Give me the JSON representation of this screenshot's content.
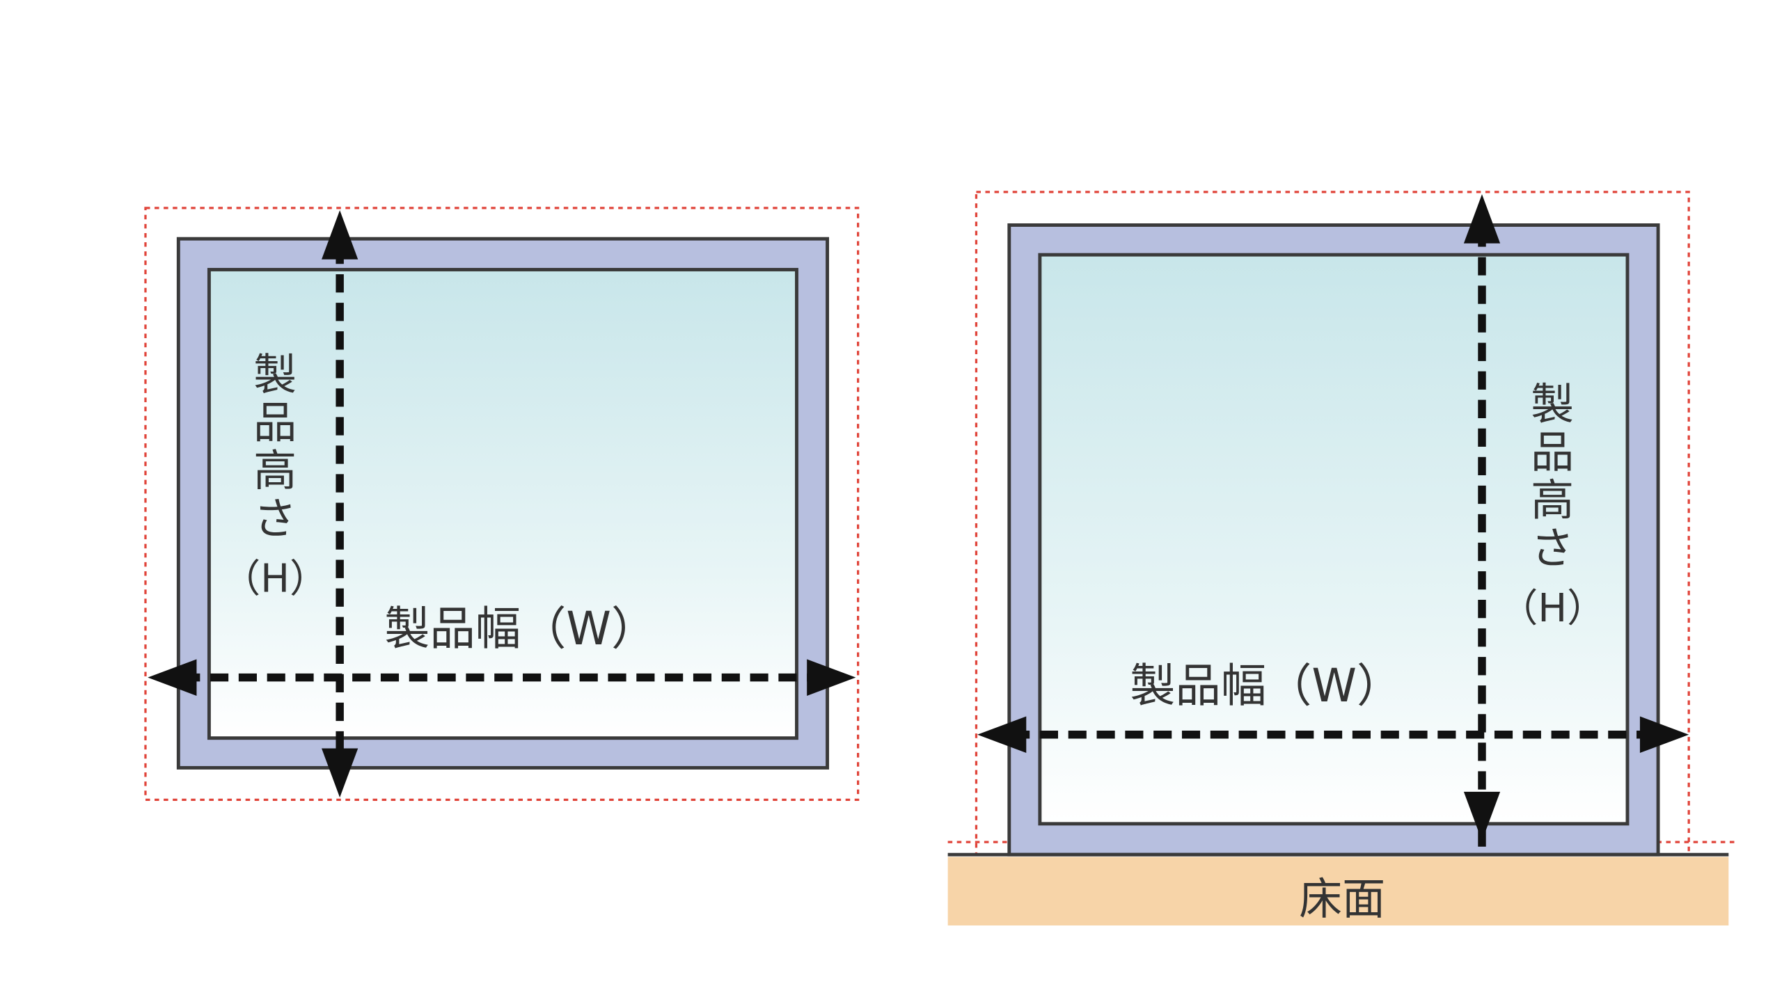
{
  "colors": {
    "background": "#ffffff",
    "frame_fill": "#b7bfdf",
    "frame_stroke": "#3a3a3a",
    "glass_top": "#c8e6ea",
    "glass_bottom": "#ffffff",
    "dim_line": "#111111",
    "clearance_outline": "#e0443a",
    "floor": "#f7d4a8",
    "text": "#333333"
  },
  "diagrams": [
    {
      "id": "wall-mounted",
      "height_label_chars": [
        "製",
        "品",
        "高",
        "さ"
      ],
      "height_label_unit": "（H）",
      "width_label": "製品幅（W）"
    },
    {
      "id": "floor-standing",
      "height_label_chars": [
        "製",
        "品",
        "高",
        "さ"
      ],
      "height_label_unit": "（H）",
      "width_label": "製品幅（W）",
      "floor_label": "床面"
    }
  ]
}
